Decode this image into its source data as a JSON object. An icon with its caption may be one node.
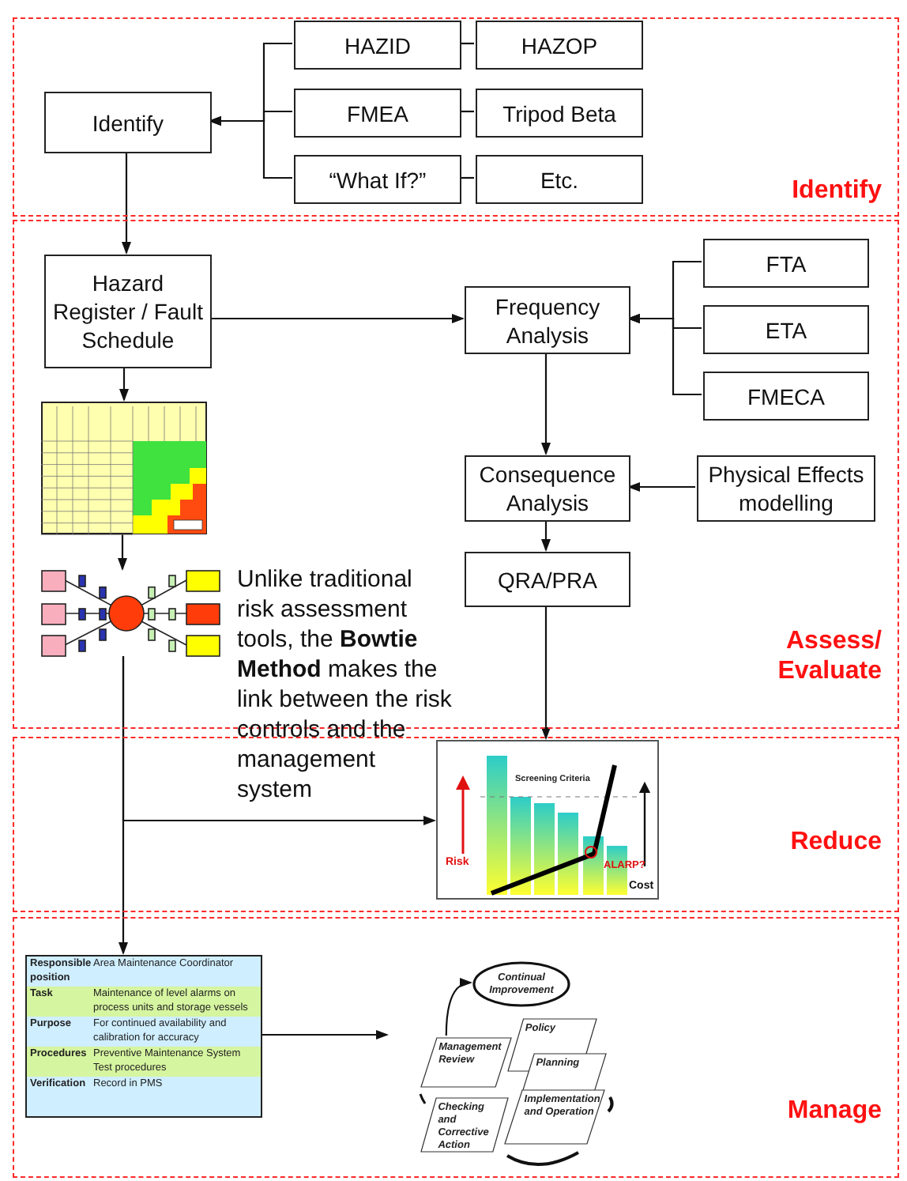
{
  "diagram": {
    "nodes": [
      {
        "text": [
          "Identify"
        ]
      },
      {
        "text": [
          "Assess/ Evaluate"
        ]
      },
      {
        "text": [
          "Reduce"
        ]
      },
      {
        "text": [
          "Manage"
        ]
      },
      {
        "text": [
          "Identify"
        ],
        "in": 0
      },
      {
        "text": [
          "HAZID"
        ],
        "in": 0
      },
      {
        "text": [
          "HAZOP"
        ],
        "in": 0
      },
      {
        "text": [
          "FMEA"
        ],
        "in": 0
      },
      {
        "text": [
          "Tripod Beta"
        ],
        "in": 0
      },
      {
        "text": [
          "“What If?”"
        ],
        "in": 0
      },
      {
        "text": [
          "Etc."
        ],
        "in": 0
      },
      {
        "text": [
          "Hazard Register / Fault Schedule"
        ],
        "in": 1
      },
      {
        "text": [],
        "shape": "picture",
        "in": 1
      },
      {
        "text": [],
        "shape": "picture",
        "in": 1
      },
      {
        "text": [
          "Frequency Analysis"
        ],
        "in": 1
      },
      {
        "text": [
          "FTA"
        ],
        "in": 1
      },
      {
        "text": [
          "ETA"
        ],
        "in": 1
      },
      {
        "text": [
          "FMECA"
        ],
        "in": 1
      },
      {
        "text": [
          "Consequence Analysis"
        ],
        "in": 1
      },
      {
        "text": [
          "Physical Effects modelling"
        ],
        "in": 1
      },
      {
        "text": [
          "QRA/PRA"
        ],
        "in": 1
      },
      {
        "text": [
          "Screening Criteria",
          "Risk",
          "ALARP?",
          "Cost"
        ],
        "in": 2
      },
      {
        "text": [
          "Responsible position",
          "Area Maintenance Coordinator",
          "Task",
          "Maintenance of level alarms on process units and storage vessels",
          "Purpose",
          "For continued availability and calibration for accuracy",
          "Procedures",
          "Preventive Maintenance System Test procedures",
          "Verification",
          "Record in PMS"
        ],
        "in": 3
      },
      {
        "text": [],
        "shape": "picture",
        "in": 3
      },
      {
        "text": [
          "Continual Improvement"
        ],
        "in": 23
      },
      {
        "text": [
          "Management Review"
        ],
        "in": 23
      },
      {
        "text": [
          "Policy"
        ],
        "in": 23
      },
      {
        "text": [
          "Planning"
        ],
        "in": 23
      },
      {
        "text": [
          "Checking and Corrective Action"
        ],
        "in": 23
      },
      {
        "text": [
          "Implementation and Operation"
        ],
        "in": 23
      }
    ],
    "edges": [
      {
        "from": 5,
        "to": 4,
        "arrow": "to"
      },
      {
        "from": 7,
        "to": 4,
        "arrow": "to"
      },
      {
        "from": 9,
        "to": 4,
        "arrow": "to"
      },
      {
        "from": 6,
        "to": 5,
        "arrow": "none"
      },
      {
        "from": 8,
        "to": 7,
        "arrow": "none"
      },
      {
        "from": 10,
        "to": 9,
        "arrow": "none"
      },
      {
        "from": 4,
        "to": 11,
        "arrow": "to"
      },
      {
        "from": 11,
        "to": 14,
        "arrow": "to"
      },
      {
        "from": 11,
        "to": 12,
        "arrow": "to"
      },
      {
        "from": 12,
        "to": 13,
        "arrow": "to"
      },
      {
        "from": 13,
        "to": 21,
        "arrow": "to"
      },
      {
        "from": 13,
        "to": 22,
        "arrow": "to"
      },
      {
        "from": 15,
        "to": 14,
        "arrow": "to"
      },
      {
        "from": 16,
        "to": 14,
        "arrow": "to"
      },
      {
        "from": 17,
        "to": 14,
        "arrow": "to"
      },
      {
        "from": 14,
        "to": 18,
        "arrow": "to"
      },
      {
        "from": 19,
        "to": 18,
        "arrow": "to"
      },
      {
        "from": 18,
        "to": 20,
        "arrow": "to"
      },
      {
        "from": 20,
        "to": 21,
        "arrow": "to"
      },
      {
        "from": 22,
        "to": 23,
        "arrow": "to"
      },
      {
        "from": 25,
        "to": 24,
        "arrow": "to"
      }
    ],
    "labels": [
      "Unlike traditional risk assessment tools, the **Bowtie Method** makes the link between the risk controls and the management system"
    ]
  }
}
